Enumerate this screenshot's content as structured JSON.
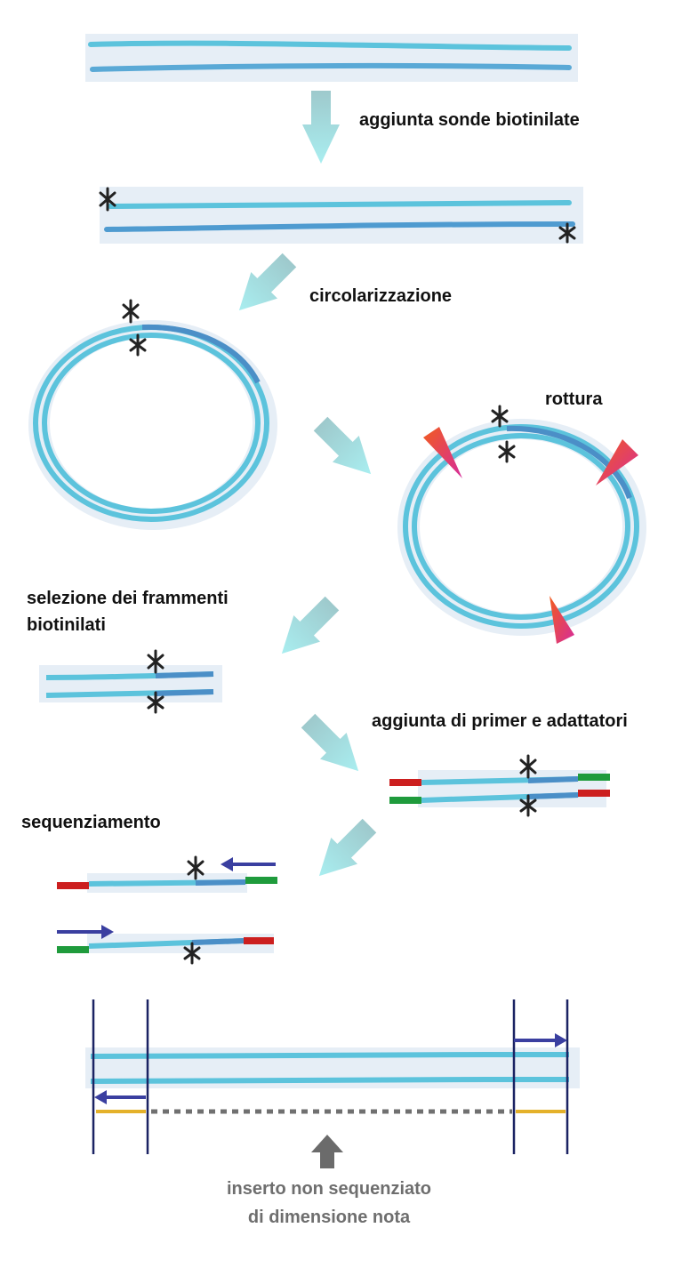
{
  "labels": {
    "add_probes": "aggiunta sonde biotinilate",
    "circularization": "circolarizzazione",
    "breakage": "rottura",
    "selection_line1": "selezione dei frammenti",
    "selection_line2": "biotinilati",
    "add_primers": "aggiunta di primer e adattatori",
    "sequencing": "sequenziamento",
    "insert_line1": "inserto non sequenziato",
    "insert_line2": "di dimensione nota"
  },
  "colors": {
    "dna_strand": "#5cc3dc",
    "dna_strand_dark": "#4b8fc7",
    "strand_halo": "#d6e6f3",
    "process_arrow": "#9fdfe3",
    "adapter_red": "#cc1f1f",
    "adapter_green": "#1f9b3c",
    "primer_arrow": "#3a3fa0",
    "insert_arrow": "#6b6b6b",
    "read_marker": "#e4b12a",
    "boundary_line": "#1b2363",
    "biotin_mark": "#222222",
    "cut_orange": "#f25c1e",
    "cut_magenta": "#d62c9b"
  },
  "icons": [
    "biotin-star-icon",
    "cut-wedge-icon",
    "process-arrow-icon",
    "primer-arrow-icon"
  ]
}
